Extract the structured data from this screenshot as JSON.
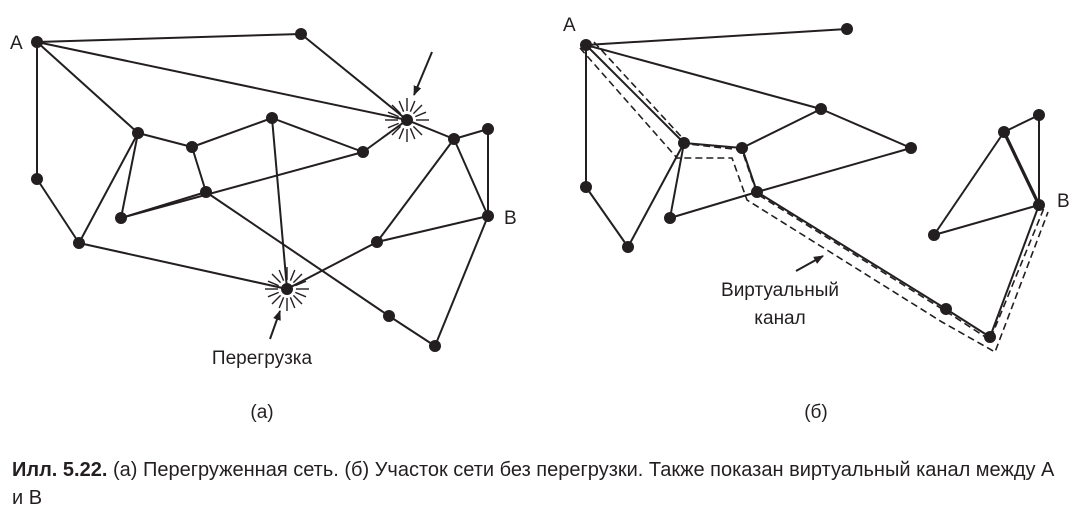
{
  "panel_a": {
    "node_a_label": "A",
    "node_b_label": "B",
    "congestion_label": "Перегрузка",
    "sub_label": "(а)"
  },
  "panel_b": {
    "node_a_label": "A",
    "node_b_label": "B",
    "vc_label_line1": "Виртуальный",
    "vc_label_line2": "канал",
    "sub_label": "(б)"
  },
  "caption": {
    "number": "Илл. 5.22.",
    "text": " (а) Перегруженная сеть. (б) Участок сети без перегрузки. Также показан виртуальный канал между А и В"
  }
}
